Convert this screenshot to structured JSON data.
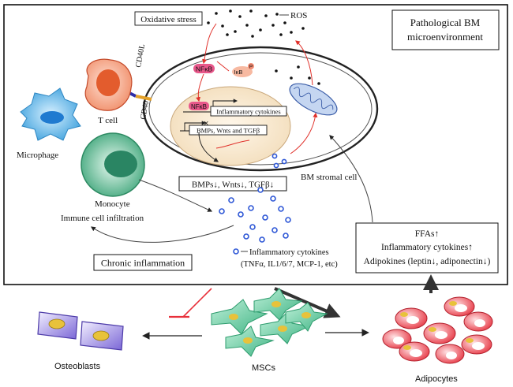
{
  "labels": {
    "oxidative_stress": "Oxidative stress",
    "ros": "ROS",
    "pathological_line1": "Pathological BM",
    "pathological_line2": "microenvironment",
    "cd40l": "CD40L",
    "cd40": "CD40",
    "nfkb": "NFκB",
    "ikb": "IκB",
    "ikb_p": "P",
    "nfkb_nuclear": "NFκB",
    "inflammatory_cytokines_gene": "Inflammatory cytokines",
    "bmps_gene": "BMPs, Wnts and TGFβ",
    "t_cell": "T cell",
    "microphage": "Microphage",
    "monocyte": "Monocyte",
    "immune_infiltration": "Immune cell infiltration",
    "bmps_down": "BMPs↓, Wnts↓, TGFβ↓",
    "bm_stromal_cell": "BM stromal cell",
    "infl_cytokines_line1": "Inflammatory cytokines",
    "infl_cytokines_line2": "(TNFα, IL1/6/7, MCP-1, etc)",
    "chronic_inflammation": "Chronic inflammation",
    "ffas": "FFAs↑",
    "infl_cytokines_up": "Inflammatory cytokines↑",
    "adipokines": "Adipokines (leptin↓, adiponectin↓)",
    "osteoblasts": "Osteoblasts",
    "mscs": "MSCs",
    "adipocytes": "Adipocytes"
  },
  "colors": {
    "nfkb": "#e8578a",
    "red_arrow": "#e0302a",
    "inhibit": "#e8303a",
    "cytokine_dot": "#2e57d6",
    "mitochondria": "#b7c9ea",
    "nucleus_fill": "#f8ead2",
    "tcell_body": "#ef7a56",
    "macrophage": "#43a6e0",
    "monocyte": "#2f9a73",
    "msc": "#4dbf8f",
    "adipocyte": "#ec3a45",
    "osteoblast": "#6d5bc9"
  },
  "icons": {
    "tcell": "t-cell-icon",
    "macrophage": "macrophage-icon",
    "monocyte": "monocyte-icon",
    "mitochondria": "mitochondria-icon",
    "msc": "msc-cells-icon",
    "adipocyte": "adipocyte-cluster-icon",
    "osteoblast": "osteoblast-icon"
  }
}
